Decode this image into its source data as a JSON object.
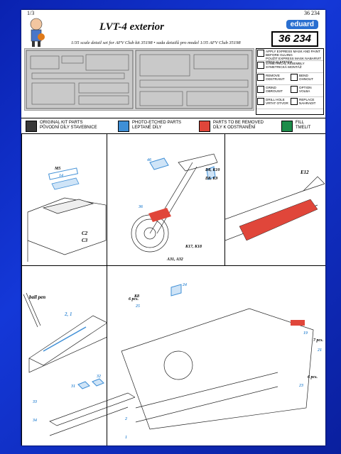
{
  "header": {
    "page": "1/3",
    "number": "36 234",
    "title": "LVT-4 exterior",
    "subtitle": "1/35 scale detail set for AFV Club kit 35198 • sada detailů pro model 1/35 AFV Club 35198",
    "brand": "eduard",
    "kit_number": "36 234"
  },
  "legend": [
    {
      "en": "APPLY EXPRESS MASK AND PAINT BEFORE GLUING",
      "cz": "POUŽIT EXPRESS MASK NABARVIT PŘED SLEPENÍM"
    },
    {
      "en": "SYMETRICAL ASSEMBLY",
      "cz": "SYMETRICKÁ MONTÁŽ"
    },
    {
      "en": "REMOVE",
      "cz": "ODSTRANIT"
    },
    {
      "en": "BEND",
      "cz": "OHNOUT"
    },
    {
      "en": "GRIND",
      "cz": "OBROUSIT"
    },
    {
      "en": "OPTION",
      "cz": "VOLBA"
    },
    {
      "en": "DRILL HOLE",
      "cz": "VRTAT OTVOR"
    },
    {
      "en": "REPLACE",
      "cz": "NAHRADIT"
    }
  ],
  "color_key": [
    {
      "en": "ORIGINAL KIT PARTS",
      "cz": "PŮVODNÍ DÍLY STAVEBNICE",
      "color": "#3a3a3a"
    },
    {
      "en": "PHOTO-ETCHED PARTS",
      "cz": "LEPTANÉ DÍLY",
      "color": "#3f8fd6"
    },
    {
      "en": "PARTS TO BE REMOVED",
      "cz": "DÍLY K ODSTRANĚNÍ",
      "color": "#e0463a"
    },
    {
      "en": "FILL",
      "cz": "TMELIT",
      "color": "#1d8c4a"
    }
  ],
  "steps": {
    "s1": {
      "mask": "M5",
      "part": "14",
      "labels": [
        "C2",
        "C3"
      ]
    },
    "s2": {
      "parts": [
        "46",
        "36"
      ],
      "labels": [
        "D8, K10",
        "D8, K9",
        "K17, K18",
        "A31, A32"
      ]
    },
    "s3": {
      "label": "E12"
    },
    "s4": {
      "tool": "ball pen",
      "parts": "2, 1"
    },
    "s5": {
      "kit": "K8",
      "parts": [
        "24",
        "25",
        "19",
        "21",
        "23",
        "31",
        "32",
        "33",
        "34",
        "2",
        "1"
      ],
      "count1": "6 pcs.",
      "count2": "7 pcs.",
      "count3": "6 pcs."
    }
  }
}
